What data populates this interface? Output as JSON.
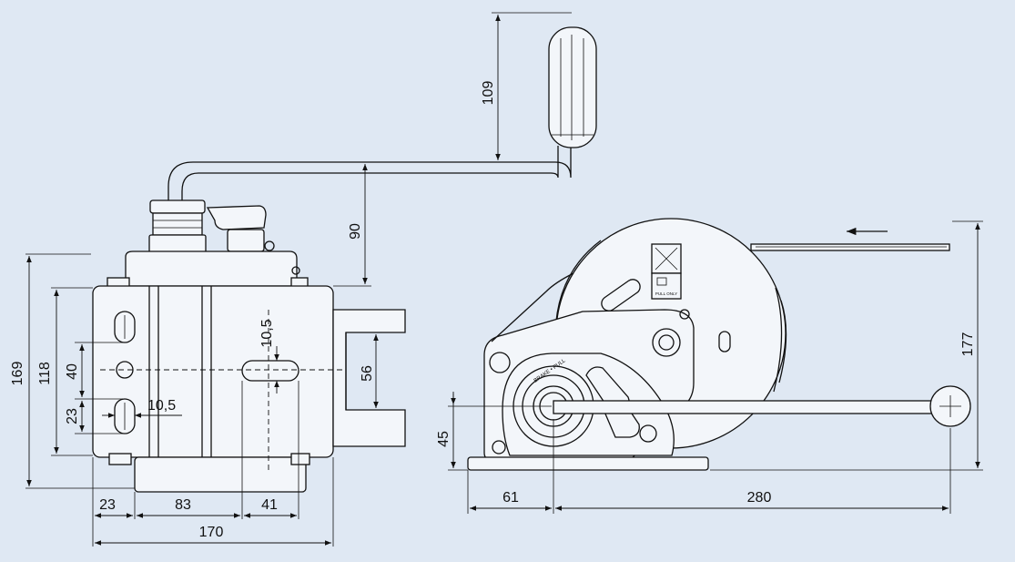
{
  "diagram": {
    "side_view": {
      "dims": {
        "height_overall": "169",
        "height_body": "118",
        "bolt_spacing": "40",
        "slot_offset": "23",
        "slot_width_left": "10,5",
        "slot_width_right": "10,5",
        "axis_height": "56",
        "handle_height": "90",
        "handle_length": "109",
        "width_a": "23",
        "width_b": "83",
        "width_c": "41",
        "width_total": "170"
      }
    },
    "front_view": {
      "dims": {
        "overall_height": "177",
        "axis_height": "45",
        "offset_left": "61",
        "crank_length": "280"
      },
      "labels": {
        "pull_only": "PULL ONLY",
        "brake": "BRAKE • PULL"
      }
    },
    "colors": {
      "background": "#dfe8f3",
      "line": "#111111"
    }
  }
}
